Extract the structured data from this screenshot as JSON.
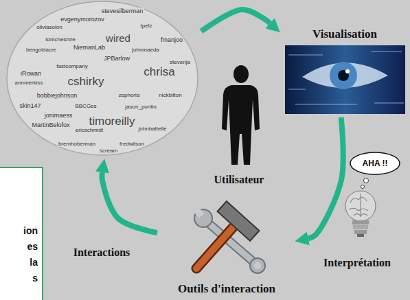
{
  "diagram": {
    "nodes": [
      {
        "text": [
          "stevesilberman",
          "evgenymorozov",
          "oliviasolon",
          "tpelz",
          "tomcheshire",
          "wired",
          "fmanjoo",
          "NiemanLab",
          "johnmaeda",
          "bengoldacre",
          "JPBarlow",
          "stevenja",
          "fastcompany",
          "chrisa",
          "iRowan",
          "cshirky",
          "annmerkiss",
          "bobbiejohnson",
          "zephoria",
          "nickbilton",
          "skin147",
          "BBCGes",
          "jason_pontin",
          "jonimaess",
          "timoreilly",
          "MartinBelofox",
          "ericschmidt",
          "johnbattelle",
          "bremhoberman",
          "fredwilson",
          "scream"
        ]
      },
      {
        "text": [
          "Visualisation"
        ]
      },
      {
        "text": [
          "AHA !!"
        ]
      },
      {
        "text": [
          "ion es la s"
        ]
      },
      {
        "text": [
          "Outils d'interaction"
        ]
      }
    ],
    "edges": [
      {
        "from": 0,
        "to": 1,
        "arrow": "to"
      },
      {
        "from": 1,
        "to": 4,
        "arrow": "to"
      },
      {
        "from": 4,
        "to": 0,
        "arrow": "to"
      }
    ],
    "labels": [
      "Utilisateur",
      "Interactions",
      "Interprétation"
    ]
  }
}
